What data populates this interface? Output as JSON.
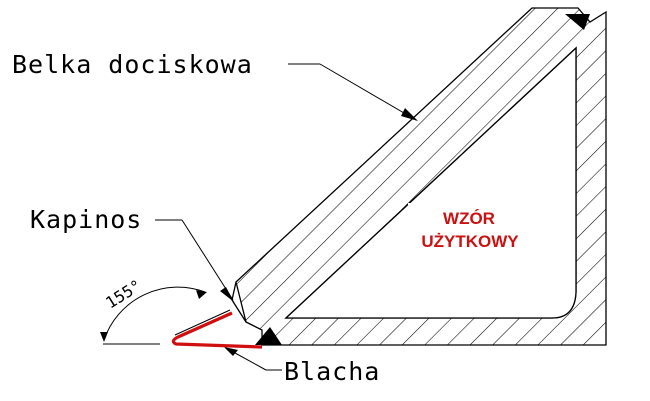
{
  "labels": {
    "belka": "Belka dociskowa",
    "kapinos": "Kapinos",
    "blacha": "Blacha",
    "angle": "155°"
  },
  "stamp": {
    "line1": "WZÓR",
    "line2": "UŻYTKOWY",
    "color": "#cc1111"
  },
  "colors": {
    "ink": "#000000",
    "sheet": "#d01010",
    "background": "#ffffff"
  }
}
